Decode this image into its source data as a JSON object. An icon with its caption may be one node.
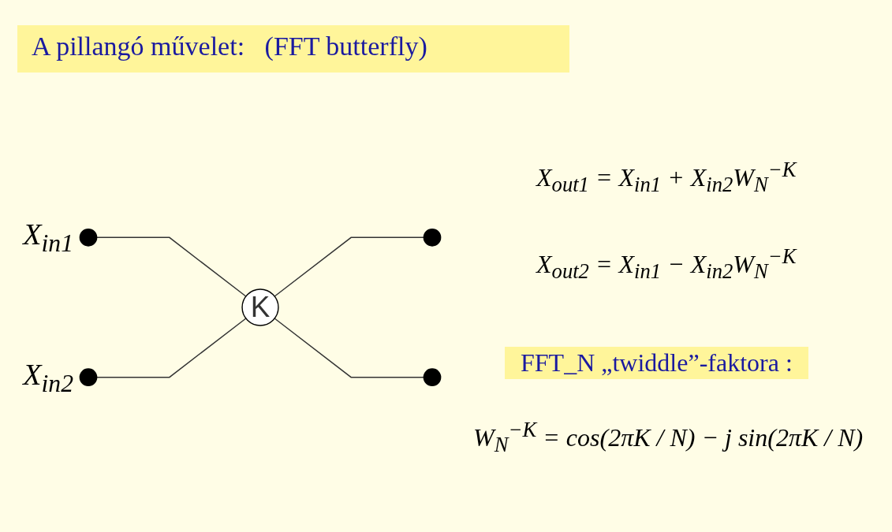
{
  "diagram": {
    "title": "A pillangó művelet:   (FFT butterfly)",
    "nodes": [
      {
        "text": [],
        "shape": "circle",
        "beside": [
          "X$_{in1}$"
        ]
      },
      {
        "text": [],
        "shape": "circle",
        "beside": [
          "X$_{in2}$"
        ]
      },
      {
        "text": [
          "K"
        ]
      },
      {
        "text": [],
        "shape": "circle"
      },
      {
        "text": [],
        "shape": "circle"
      }
    ],
    "edges": [
      {
        "from": 0,
        "to": 2,
        "arrow": "none"
      },
      {
        "from": 1,
        "to": 2,
        "arrow": "none"
      },
      {
        "from": 2,
        "to": 3,
        "arrow": "none"
      },
      {
        "from": 2,
        "to": 4,
        "arrow": "none"
      }
    ],
    "labels": [
      "X$_{out1}$ = X$_{in1}$ + X$_{in2}$W$_{N}$$^{−K}$",
      "X$_{out2}$ = X$_{in1}$ − X$_{in2}$W$_{N}$$^{−K}$",
      "FFT_N  „twiddle”-faktora :",
      "W$_{N}$$^{−K}$ = cos(2πK / N) − j sin(2πK / N)"
    ]
  }
}
